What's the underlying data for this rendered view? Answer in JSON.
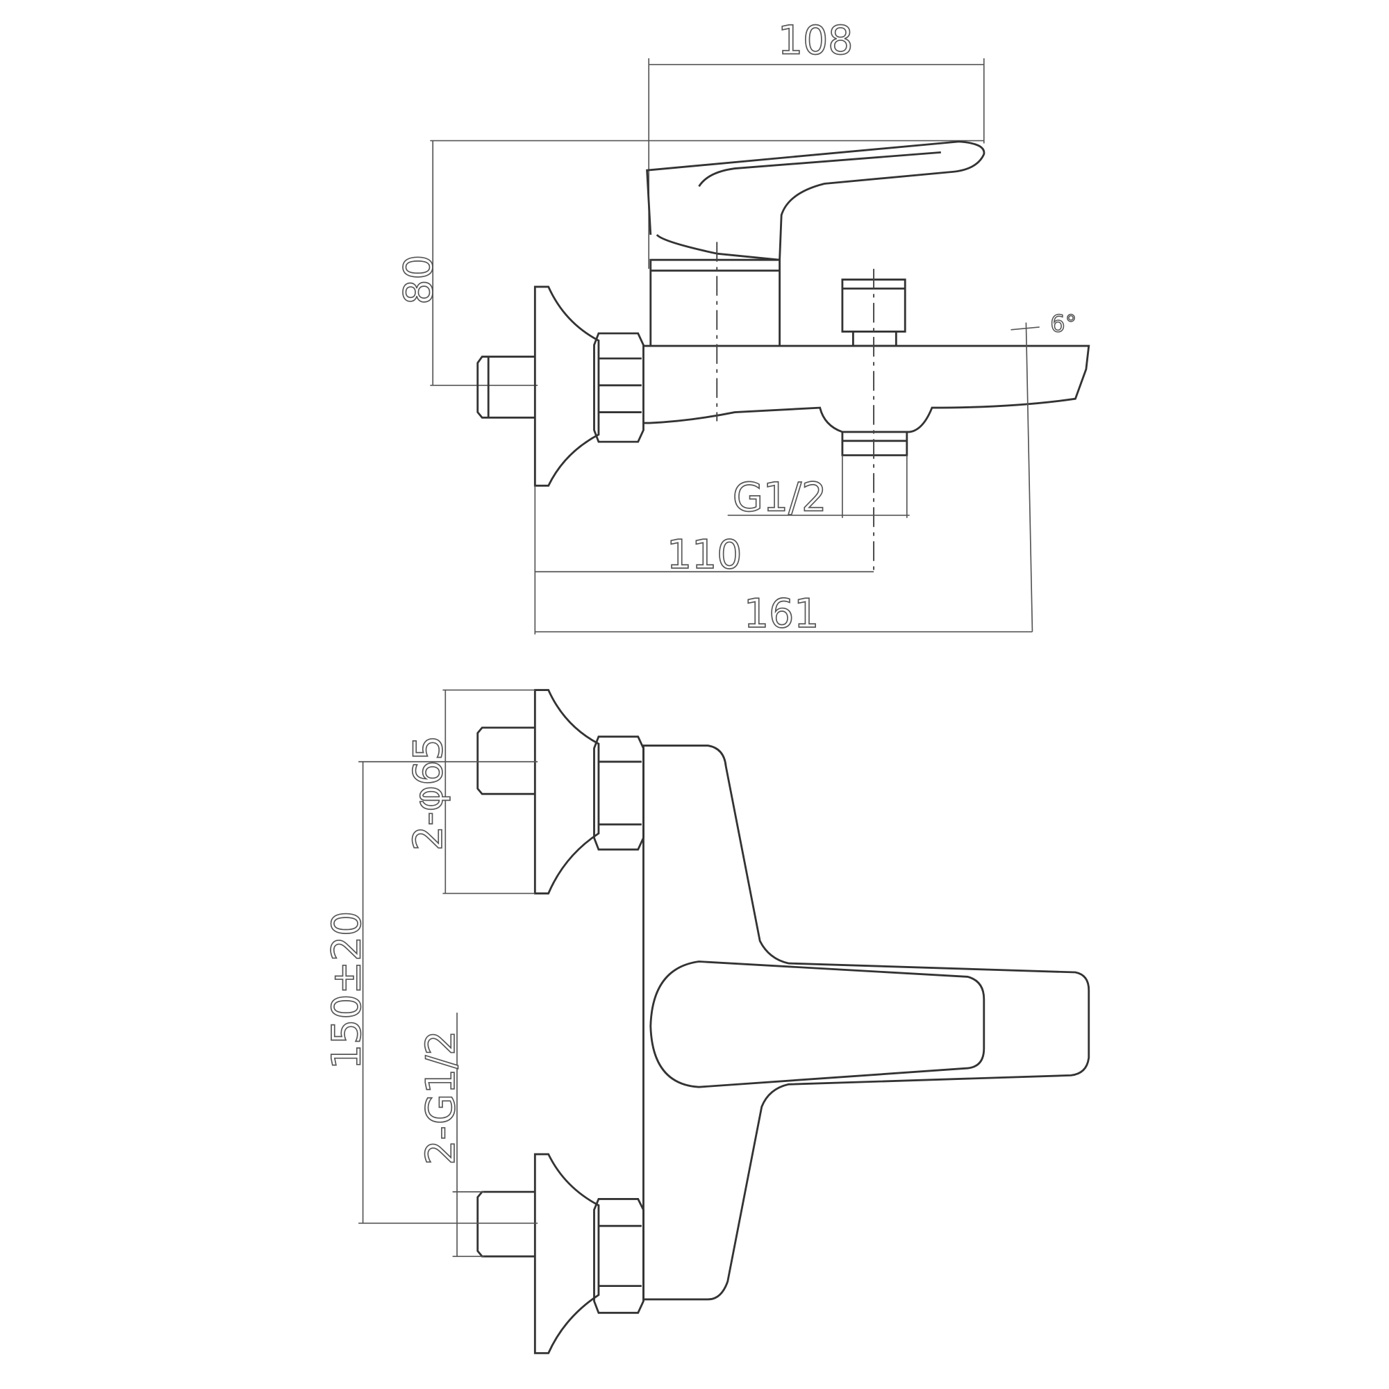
{
  "side_view": {
    "dim_width_handle": "108",
    "dim_height": "80",
    "dim_spout_angle": "6°",
    "dim_outlet_thread": "G1/2",
    "dim_outlet_distance": "110",
    "dim_total_length": "161"
  },
  "front_view": {
    "dim_flange": "2-φ65",
    "dim_center_distance": "150±20",
    "dim_inlet_thread": "2-G1/2"
  }
}
